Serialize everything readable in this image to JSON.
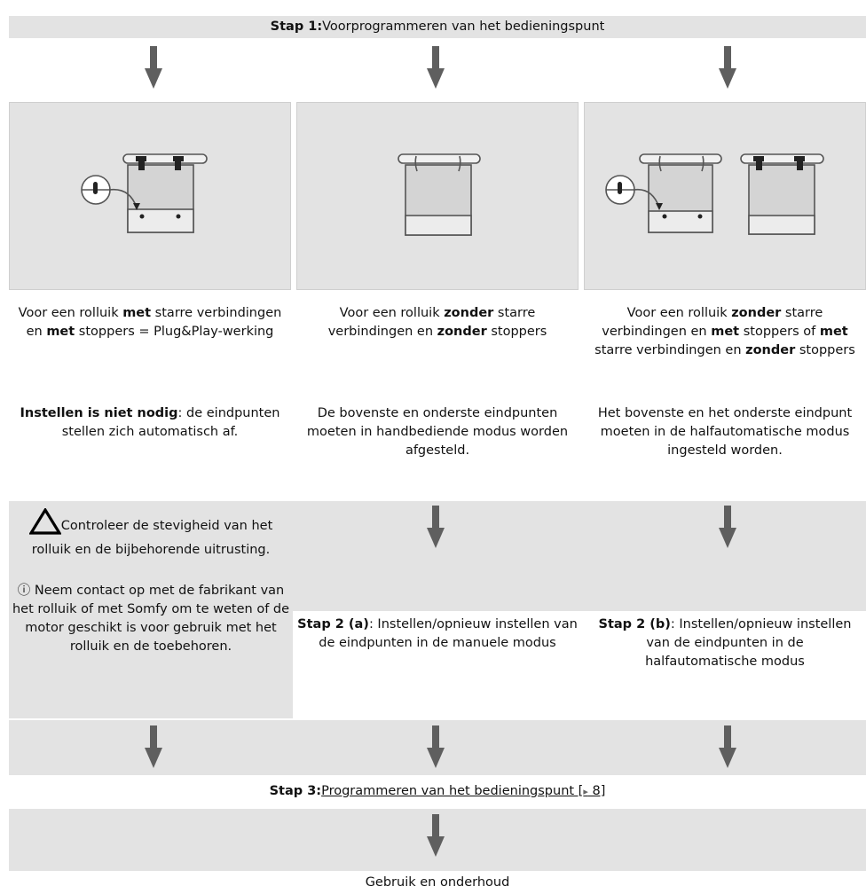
{
  "step1": {
    "prefix": "Stap 1:",
    "title": "Voorprogrammeren van het bedieningspunt"
  },
  "col1": {
    "desc_parts": [
      "Voor een rolluik ",
      "met",
      " starre verbindingen en ",
      "met",
      " stoppers = Plug&Play-werking"
    ],
    "result_bold": "Instellen is niet nodig",
    "result_rest": ": de eindpunten stellen zich automatisch af.",
    "warning": "Controleer de stevigheid van het rolluik en de bijbehorende uitrusting.",
    "info_icon": "ⓘ",
    "info": "Neem contact op met de fabrikant van het rolluik of met Somfy om te weten of de motor geschikt is voor gebruik met het rolluik en de toebehoren."
  },
  "col2": {
    "desc_parts": [
      "Voor een rolluik ",
      "zonder",
      " starre verbindingen en ",
      "zonder",
      " stoppers"
    ],
    "result": "De bovenste en onderste eindpunten moeten in handbediende modus worden afgesteld.",
    "step_bold": "Stap 2 (a)",
    "step_rest": ": Instellen/opnieuw instellen van de eindpunten in de manuele modus"
  },
  "col3": {
    "desc_parts": [
      "Voor een rolluik ",
      "zonder",
      " starre verbindingen en ",
      "met",
      " stoppers of ",
      "met",
      " starre verbindingen en ",
      "zonder",
      " stoppers"
    ],
    "result": "Het bovenste en het onderste eindpunt moeten in de halfautomatische modus ingesteld worden.",
    "step_bold": "Stap 2 (b)",
    "step_rest": ": Instellen/opnieuw instellen van de eindpunten in de halfautomatische modus"
  },
  "step3": {
    "prefix": "Stap 3:",
    "link": "Programmeren van het bedieningspunt [",
    "arrow": "▸",
    "page": " 8]"
  },
  "footer": "Gebruik en onderhoud",
  "colors": {
    "band": "#e3e3e3",
    "arrow": "#5f5f5f"
  },
  "icons": [
    "down-arrow-icon",
    "warning-triangle-icon",
    "info-icon",
    "shutter-illustration"
  ]
}
